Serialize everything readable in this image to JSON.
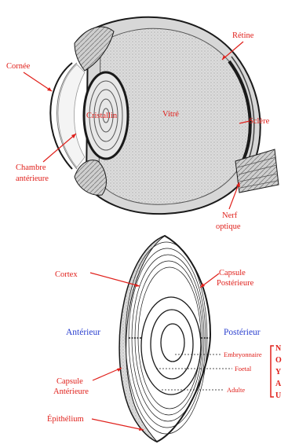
{
  "eye_diagram": {
    "labels": {
      "cornea": "Cornée",
      "retina": "Rétine",
      "lens": "Cristallin",
      "vitreous": "Vitré",
      "sclera": "Sclère",
      "anterior_chamber_line1": "Chambre",
      "anterior_chamber_line2": "antérieure",
      "optic_nerve_line1": "Nerf",
      "optic_nerve_line2": "optique"
    }
  },
  "lens_diagram": {
    "labels": {
      "cortex": "Cortex",
      "posterior_capsule_line1": "Capsule",
      "posterior_capsule_line2": "Postérieure",
      "anterior": "Antérieur",
      "posterior": "Postérieur",
      "anterior_capsule_line1": "Capsule",
      "anterior_capsule_line2": "Antérieure",
      "epithelium": "Épithélium",
      "embryonic": "Embryonnaire",
      "fetal": "Foetal",
      "adult": "Adulte"
    },
    "noyau_letters": [
      "N",
      "O",
      "Y",
      "A",
      "U"
    ]
  },
  "colors": {
    "label_red": "#e0201b",
    "label_blue": "#2a3fcf",
    "ink": "#1a1a1a"
  }
}
